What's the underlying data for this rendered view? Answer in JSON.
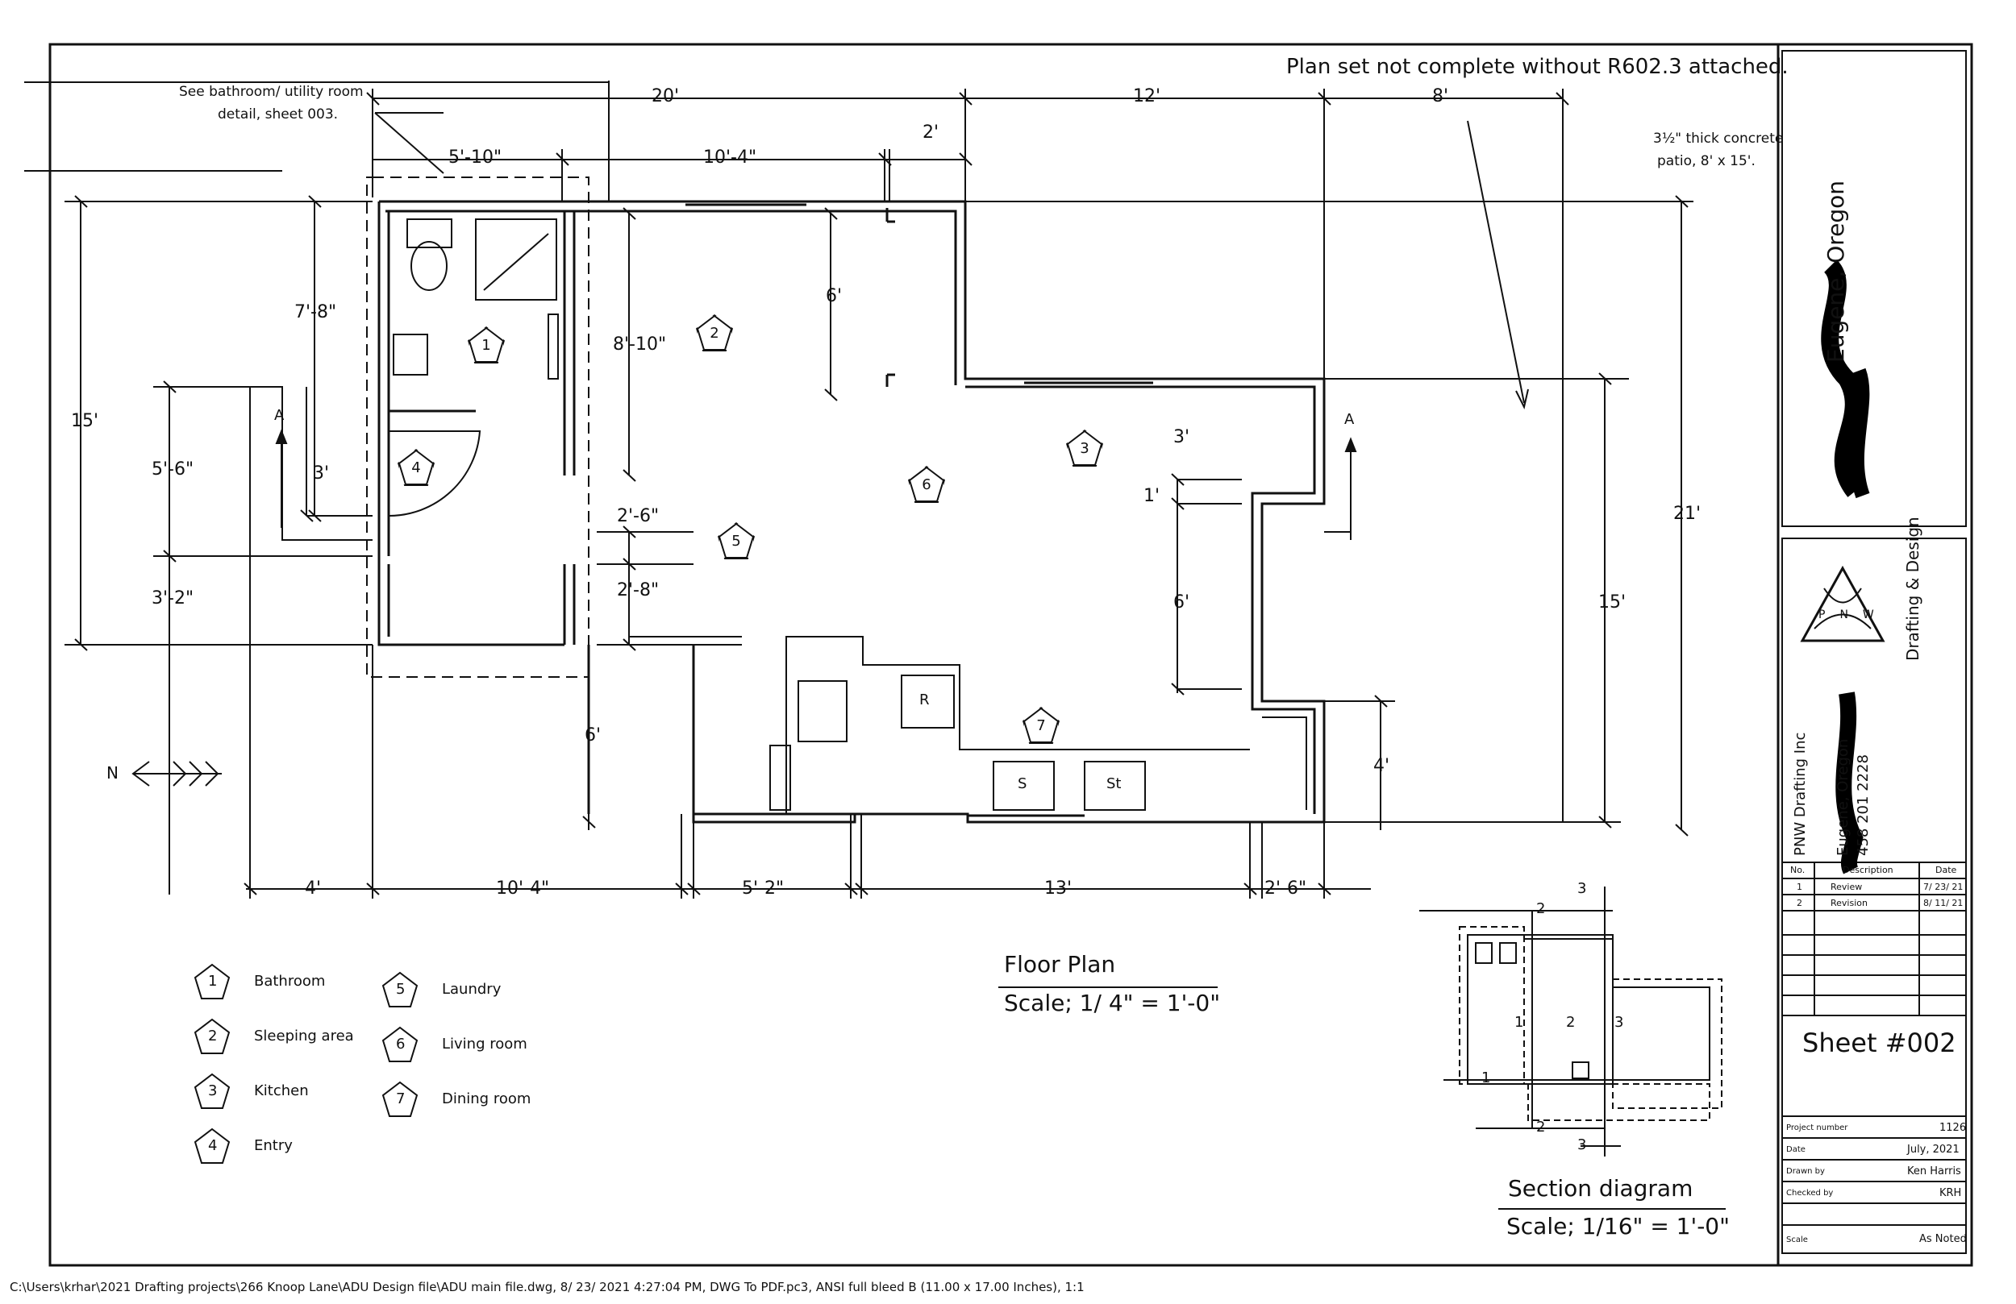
{
  "notes": {
    "plan_set_note": "Plan set not complete without R602.3 attached.",
    "bathroom_note_line1": "See bathroom/ utility room",
    "bathroom_note_line2": "detail, sheet 003.",
    "patio_note_line1": "3½\" thick concrete",
    "patio_note_line2": "patio, 8' x 15'."
  },
  "dimensions": {
    "top_20": "20'",
    "top_12": "12'",
    "top_8": "8'",
    "top_5_10": "5'-10\"",
    "top_10_4": "10'-4\"",
    "top_2": "2'",
    "left_15": "15'",
    "left_7_8": "7'-8\"",
    "left_5_6": "5'-6\"",
    "left_3": "3'",
    "left_3_2": "3'-2\"",
    "in_8_10": "8'-10\"",
    "in_6_top": "6'",
    "in_2_6": "2'-6\"",
    "in_2_8": "2'-8\"",
    "in_6_bottom": "6'",
    "in_3": "3'",
    "in_1": "1'",
    "in_6_right": "6'",
    "right_21": "21'",
    "right_15": "15'",
    "right_4": "4'",
    "bot_4": "4'",
    "bot_10_4": "10'-4\"",
    "bot_5_2": "5'-2\"",
    "bot_13": "13'",
    "bot_2_6": "2'-6\""
  },
  "room_tags": [
    "1",
    "2",
    "3",
    "4",
    "5",
    "6",
    "7"
  ],
  "fixtures": {
    "refrigerator": "R",
    "sink": "S",
    "stove": "St"
  },
  "section_marks": {
    "left": "A",
    "right": "A"
  },
  "north": "N",
  "legend": [
    {
      "num": "1",
      "label": "Bathroom"
    },
    {
      "num": "2",
      "label": "Sleeping area"
    },
    {
      "num": "3",
      "label": "Kitchen"
    },
    {
      "num": "4",
      "label": "Entry"
    },
    {
      "num": "5",
      "label": "Laundry"
    },
    {
      "num": "6",
      "label": "Living room"
    },
    {
      "num": "7",
      "label": "Dining room"
    }
  ],
  "floor_plan": {
    "title": "Floor Plan",
    "scale": "Scale; 1/ 4\" = 1'-0\""
  },
  "section_diagram": {
    "title": "Section diagram",
    "scale": "Scale; 1/16\" = 1'-0\"",
    "marks": [
      "3",
      "2",
      "1",
      "2",
      "3",
      "1",
      "2",
      "3"
    ]
  },
  "title_block": {
    "project_lines": [
      "Eugene, Oregon"
    ],
    "company_logo": "PNW",
    "company_tag": "Drafting & Design",
    "company_name": "PNW Drafting Inc",
    "company_city": "Eugene, Oregon",
    "company_phone": "458 201 2228",
    "revision_headers": [
      "No.",
      "Description",
      "Date"
    ],
    "revisions": [
      {
        "no": "1",
        "desc": "Review",
        "date": "7/ 23/ 21"
      },
      {
        "no": "2",
        "desc": "Revision",
        "date": "8/ 11/ 21"
      }
    ],
    "sheet": "Sheet #002",
    "info": [
      {
        "label": "Project number",
        "value": "1126"
      },
      {
        "label": "Date",
        "value": "July, 2021"
      },
      {
        "label": "Drawn by",
        "value": "Ken Harris"
      },
      {
        "label": "Checked by",
        "value": "KRH"
      },
      {
        "label": "Scale",
        "value": "As Noted"
      }
    ]
  },
  "footer_path": "C:\\Users\\krhar\\2021 Drafting projects\\266 Knoop Lane\\ADU Design file\\ADU main file.dwg, 8/ 23/ 2021 4:27:04 PM, DWG To PDF.pc3, ANSI full bleed B (11.00 x 17.00 Inches), 1:1"
}
